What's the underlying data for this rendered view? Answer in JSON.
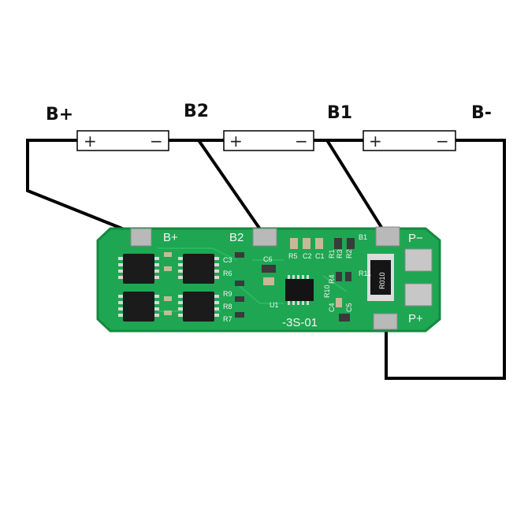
{
  "terminal_labels": {
    "bplus": "B+",
    "b2": "B2",
    "b1": "B1",
    "bminus": "B-"
  },
  "cell_signs": {
    "plus": "+",
    "minus": "−"
  },
  "board": {
    "pads": {
      "bplus": "B+",
      "b2": "B2",
      "b1": "B1",
      "pminus": "P−",
      "pplus": "P+"
    },
    "model": "-3S-01",
    "resistor_code": "R010",
    "refs": {
      "c6": "C6",
      "u1": "U1",
      "c3": "C3",
      "r6": "R6",
      "r9": "R9",
      "r8": "R8",
      "r7": "R7",
      "r5": "R5",
      "c2": "C2",
      "c1": "C1",
      "r10": "R10",
      "r11": "R11",
      "c4": "C4",
      "r4": "R4",
      "r3": "R3",
      "r2": "R2",
      "r1": "R1",
      "c5": "C5"
    }
  },
  "colors": {
    "board": "#1fa652",
    "board_edge": "#148a40",
    "pad": "#b9b9b9",
    "wire": "#000000",
    "chip": "#1b1b1b"
  }
}
